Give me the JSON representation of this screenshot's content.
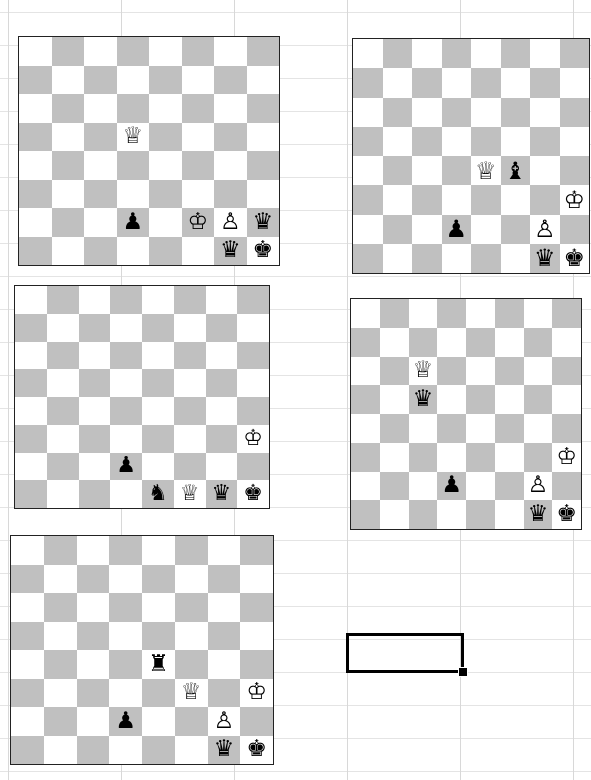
{
  "spreadsheet": {
    "selected_cell_value": ""
  },
  "boards": [
    {
      "name": "board-1",
      "pieces": [
        {
          "row": 3,
          "col": 3,
          "glyph": "♕",
          "icon": "white-queen-icon"
        },
        {
          "row": 6,
          "col": 3,
          "glyph": "♟",
          "icon": "black-pawn-icon"
        },
        {
          "row": 6,
          "col": 5,
          "glyph": "♔",
          "icon": "white-king-icon"
        },
        {
          "row": 6,
          "col": 6,
          "glyph": "♙",
          "icon": "white-pawn-icon"
        },
        {
          "row": 6,
          "col": 7,
          "glyph": "♛",
          "icon": "black-queen-icon"
        },
        {
          "row": 7,
          "col": 6,
          "glyph": "♛",
          "icon": "black-queen-icon"
        },
        {
          "row": 7,
          "col": 7,
          "glyph": "♚",
          "icon": "black-king-icon"
        }
      ]
    },
    {
      "name": "board-2",
      "pieces": [
        {
          "row": 4,
          "col": 4,
          "glyph": "♕",
          "icon": "white-queen-icon"
        },
        {
          "row": 4,
          "col": 5,
          "glyph": "♝",
          "icon": "black-bishop-icon"
        },
        {
          "row": 5,
          "col": 7,
          "glyph": "♔",
          "icon": "white-king-icon"
        },
        {
          "row": 6,
          "col": 3,
          "glyph": "♟",
          "icon": "black-pawn-icon"
        },
        {
          "row": 6,
          "col": 6,
          "glyph": "♙",
          "icon": "white-pawn-icon"
        },
        {
          "row": 7,
          "col": 6,
          "glyph": "♛",
          "icon": "black-queen-icon"
        },
        {
          "row": 7,
          "col": 7,
          "glyph": "♚",
          "icon": "black-king-icon"
        }
      ]
    },
    {
      "name": "board-3",
      "pieces": [
        {
          "row": 5,
          "col": 7,
          "glyph": "♔",
          "icon": "white-king-icon"
        },
        {
          "row": 6,
          "col": 3,
          "glyph": "♟",
          "icon": "black-pawn-icon"
        },
        {
          "row": 7,
          "col": 4,
          "glyph": "♞",
          "icon": "black-knight-icon"
        },
        {
          "row": 7,
          "col": 5,
          "glyph": "♕",
          "icon": "white-queen-icon"
        },
        {
          "row": 7,
          "col": 6,
          "glyph": "♛",
          "icon": "black-queen-icon"
        },
        {
          "row": 7,
          "col": 7,
          "glyph": "♚",
          "icon": "black-king-icon"
        }
      ]
    },
    {
      "name": "board-4",
      "pieces": [
        {
          "row": 2,
          "col": 2,
          "glyph": "♕",
          "icon": "white-queen-icon"
        },
        {
          "row": 3,
          "col": 2,
          "glyph": "♛",
          "icon": "black-queen-icon"
        },
        {
          "row": 5,
          "col": 7,
          "glyph": "♔",
          "icon": "white-king-icon"
        },
        {
          "row": 6,
          "col": 3,
          "glyph": "♟",
          "icon": "black-pawn-icon"
        },
        {
          "row": 6,
          "col": 6,
          "glyph": "♙",
          "icon": "white-pawn-icon"
        },
        {
          "row": 7,
          "col": 6,
          "glyph": "♛",
          "icon": "black-queen-icon"
        },
        {
          "row": 7,
          "col": 7,
          "glyph": "♚",
          "icon": "black-king-icon"
        }
      ]
    },
    {
      "name": "board-5",
      "pieces": [
        {
          "row": 4,
          "col": 4,
          "glyph": "♜",
          "icon": "black-rook-icon"
        },
        {
          "row": 5,
          "col": 5,
          "glyph": "♕",
          "icon": "white-queen-icon"
        },
        {
          "row": 5,
          "col": 7,
          "glyph": "♔",
          "icon": "white-king-icon"
        },
        {
          "row": 6,
          "col": 3,
          "glyph": "♟",
          "icon": "black-pawn-icon"
        },
        {
          "row": 6,
          "col": 6,
          "glyph": "♙",
          "icon": "white-pawn-icon"
        },
        {
          "row": 7,
          "col": 6,
          "glyph": "♛",
          "icon": "black-queen-icon"
        },
        {
          "row": 7,
          "col": 7,
          "glyph": "♚",
          "icon": "black-king-icon"
        }
      ]
    }
  ]
}
